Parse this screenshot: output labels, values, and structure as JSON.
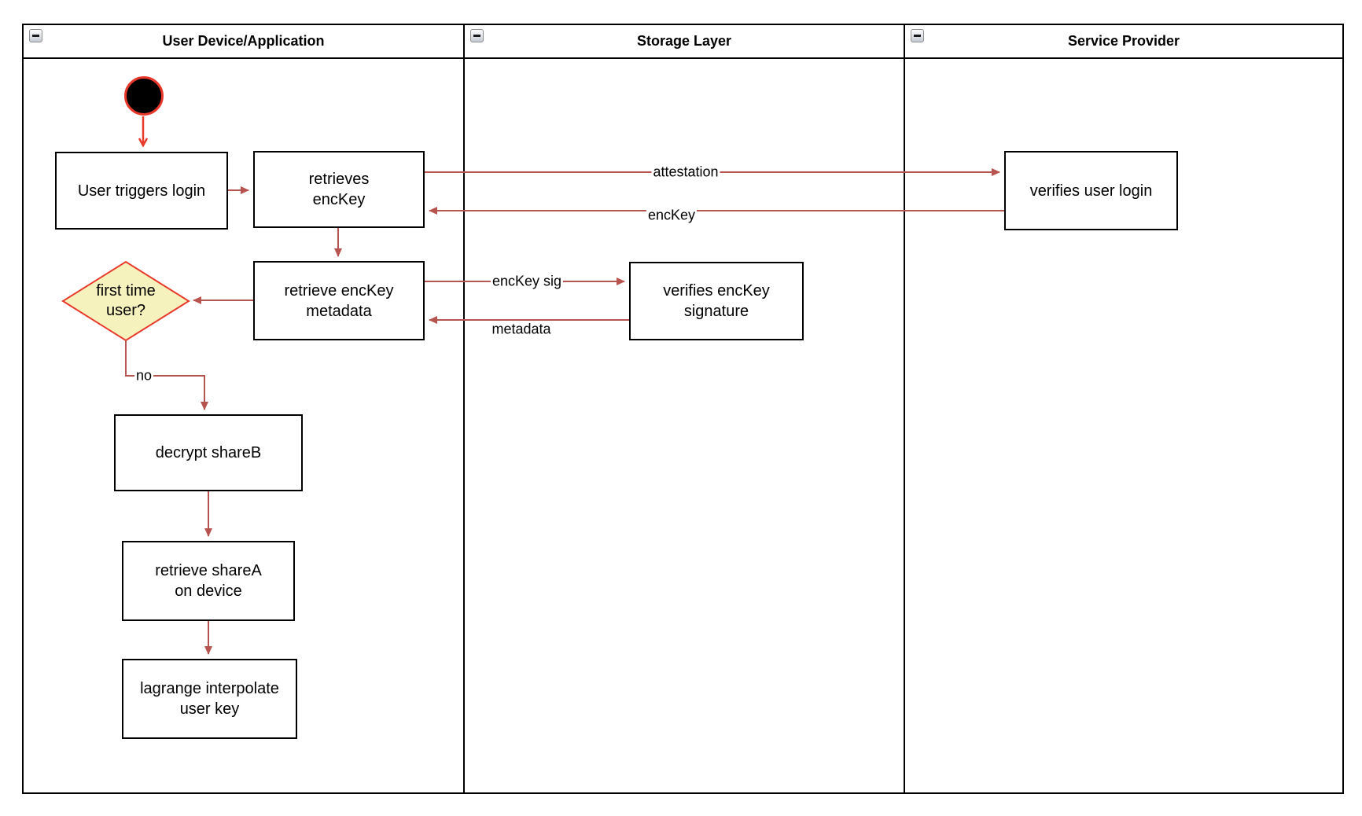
{
  "diagram": {
    "type": "uml-activity-swimlane",
    "lanes": [
      {
        "title": "User Device/Application"
      },
      {
        "title": "Storage Layer"
      },
      {
        "title": "Service Provider"
      }
    ],
    "nodes": {
      "start": "start-state",
      "user_triggers_login": "User triggers login",
      "retrieves_enckey": "retrieves\nencKey",
      "verifies_user_login": "verifies user login",
      "retrieve_enckey_metadata": "retrieve encKey\nmetadata",
      "verifies_enckey_signature": "verifies encKey\nsignature",
      "first_time_user": "first time\nuser?",
      "decrypt_shareb": "decrypt shareB",
      "retrieve_sharea_on_device": "retrieve shareA\non device",
      "lagrange_interpolate_user_key": "lagrange interpolate\nuser key"
    },
    "edge_labels": {
      "attestation": "attestation",
      "enckey": "encKey",
      "enckey_sig": "encKey sig",
      "metadata": "metadata",
      "no": "no"
    },
    "colors": {
      "connector": "#B85450",
      "accent_red": "#E8392B",
      "decision_fill": "#F6F2BD",
      "node_border": "#000000",
      "background": "#FFFFFF"
    }
  }
}
